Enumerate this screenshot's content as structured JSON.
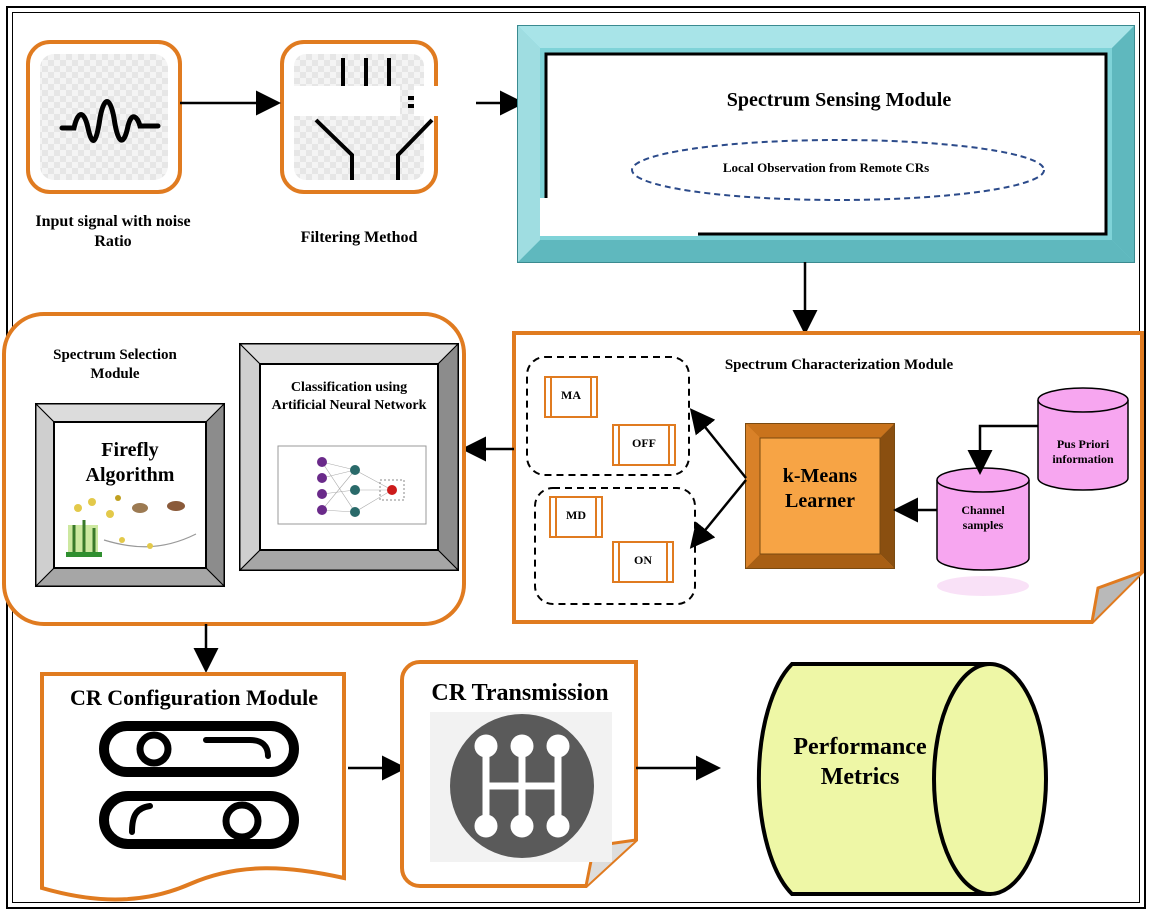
{
  "input": {
    "label": "Input signal with noise Ratio",
    "icon": "noise-wave-icon"
  },
  "filter": {
    "label": "Filtering Method",
    "icon": "filter-funnel-icon"
  },
  "sensing": {
    "title": "Spectrum Sensing Module",
    "observation": "Local Observation from Remote CRs"
  },
  "characterization": {
    "title": "Spectrum Characterization Module",
    "states": [
      "MA",
      "OFF",
      "MD",
      "ON"
    ],
    "learner": "k-Means Learner",
    "priori": "Pus Priori information",
    "channel": "Channel samples"
  },
  "selection": {
    "title": "Spectrum Selection Module",
    "ann": "Classification using Artificial Neural Network",
    "firefly": "Firefly Algorithm"
  },
  "configuration": {
    "title": "CR Configuration Module",
    "icon": "toggle-switches-icon"
  },
  "transmission": {
    "title": "CR Transmission",
    "icon": "gear-shift-icon"
  },
  "performance": {
    "title": "Performance Metrics"
  },
  "colors": {
    "orange": "#e07b20",
    "teal": "#7fd3d8",
    "learner": "#f39a3a",
    "cylinder_pink": "#f7a6f0",
    "cylinder_yellow": "#eef7a6",
    "dashed_blue": "#2b4a8a"
  }
}
